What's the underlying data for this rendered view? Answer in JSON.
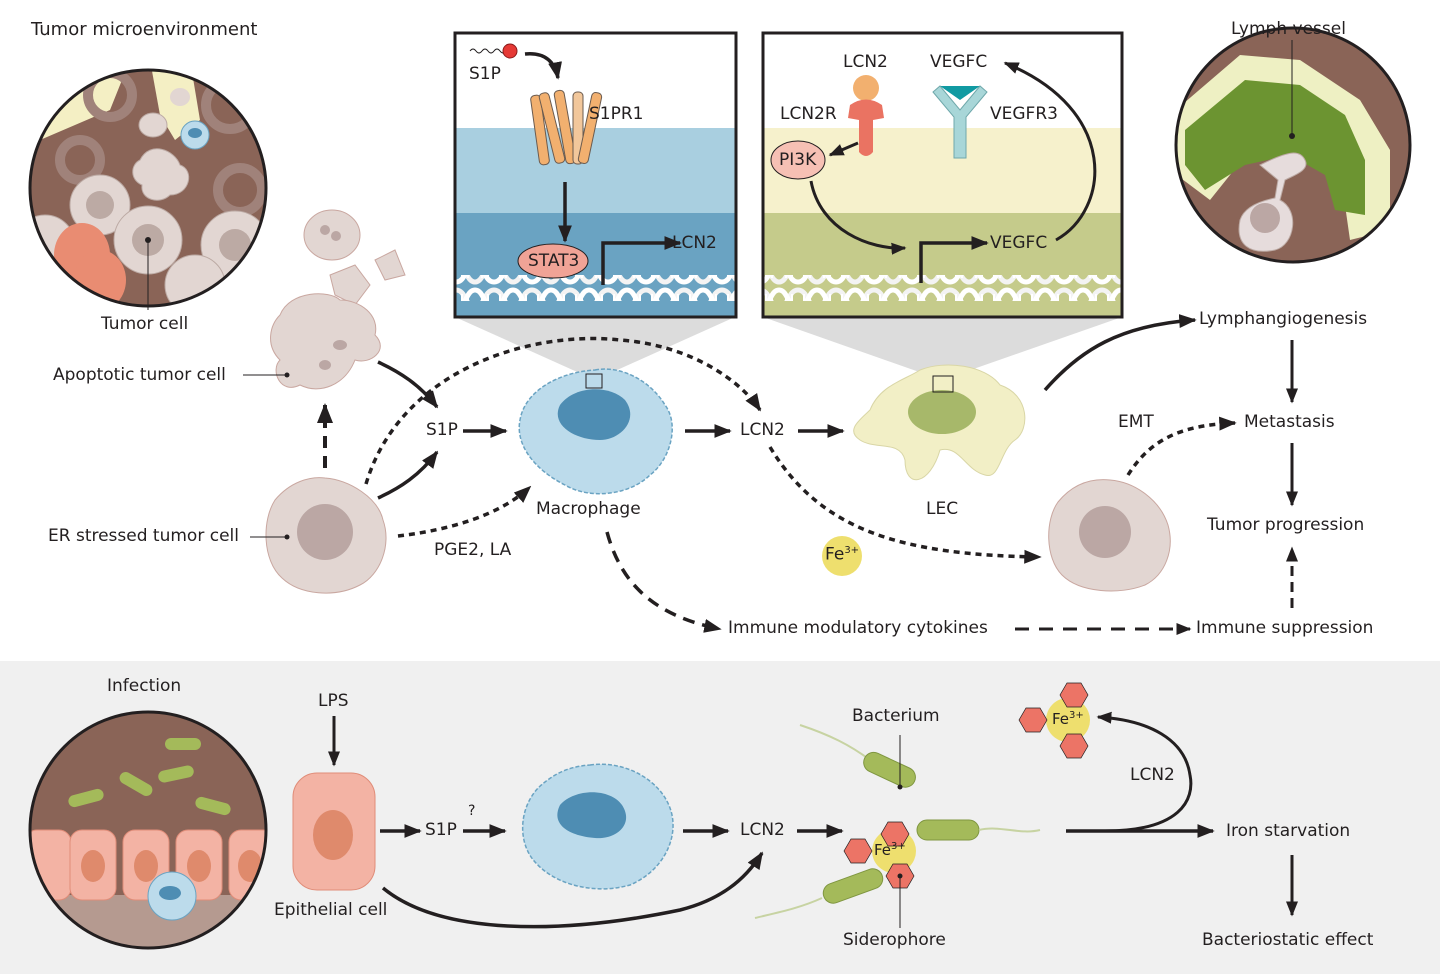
{
  "top_section": {
    "tumor_microenvironment": {
      "title": "Tumor microenvironment",
      "callout": "Tumor cell"
    },
    "lymph_vessel": {
      "title": "Lymph vessel"
    },
    "cells": {
      "apoptotic": "Apoptotic tumor cell",
      "er_stressed": "ER stressed tumor cell",
      "macrophage": "Macrophage",
      "lec": "LEC"
    },
    "signals": {
      "s1p": "S1P",
      "pge2_la": "PGE2, LA",
      "lcn2": "LCN2",
      "fe": "Fe",
      "fe_charge": "3+",
      "emt": "EMT"
    },
    "outcomes": {
      "lymphangiogenesis": "Lymphangiogenesis",
      "metastasis": "Metastasis",
      "tumor_progression": "Tumor progression",
      "immune_cytokines": "Immune modulatory cytokines",
      "immune_suppression": "Immune suppression"
    },
    "inset_macrophage": {
      "ligand": "S1P",
      "receptor": "S1PR1",
      "transcription_factor": "STAT3",
      "gene": "LCN2"
    },
    "inset_lec": {
      "ligand1": "LCN2",
      "receptor1": "LCN2R",
      "kinase": "PI3K",
      "ligand2": "VEGFC",
      "receptor2": "VEGFR3",
      "gene": "VEGFC"
    }
  },
  "bottom_section": {
    "infection": {
      "title": "Infection"
    },
    "lps": "LPS",
    "epithelial_cell": "Epithelial cell",
    "s1p": "S1P",
    "unknown": "?",
    "lcn2": "LCN2",
    "bacterium": "Bacterium",
    "siderophore": "Siderophore",
    "fe": "Fe",
    "fe_charge": "3+",
    "lcn2_loop": "LCN2",
    "iron_starvation": "Iron starvation",
    "bacteriostatic": "Bacteriostatic effect"
  },
  "colors": {
    "tissue_brown": "#8a6457",
    "tumor_cell": "#e2d6d2",
    "macrophage_blue": "#bcdbeb",
    "nucleus_blue": "#4e8db3",
    "lec_yellow": "#f2efc6",
    "lec_green": "#a7b86a",
    "inset_blue_mid": "#a9cfe0",
    "inset_blue_dark": "#6aa3c2",
    "inset_yellow": "#f6f1cc",
    "inset_green": "#c5cb8b",
    "stat3_pink": "#f0a396",
    "receptor_orange": "#f2b06f",
    "lcn2r_red": "#ea7362",
    "vegfr3_teal": "#a8d6d8",
    "vegfc_teal": "#119aa2",
    "iron_yellow": "#eedf6e",
    "siderophore_red": "#ec7466",
    "bacterium_green": "#a4ba5a",
    "epithelial_pink": "#f3b3a4",
    "bottom_bg": "#f0f0f0"
  }
}
